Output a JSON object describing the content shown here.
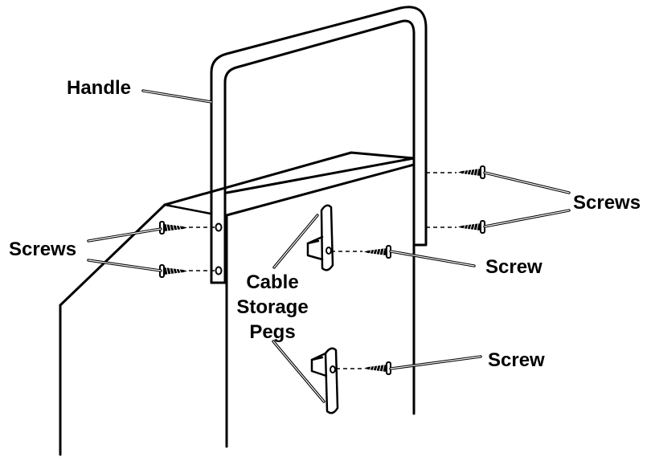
{
  "labels": {
    "handle": "Handle",
    "screws_left": "Screws",
    "screws_right": "Screws",
    "screw_upper": "Screw",
    "screw_lower": "Screw",
    "cable_line1": "Cable",
    "cable_line2": "Storage",
    "cable_line3": "Pegs"
  }
}
